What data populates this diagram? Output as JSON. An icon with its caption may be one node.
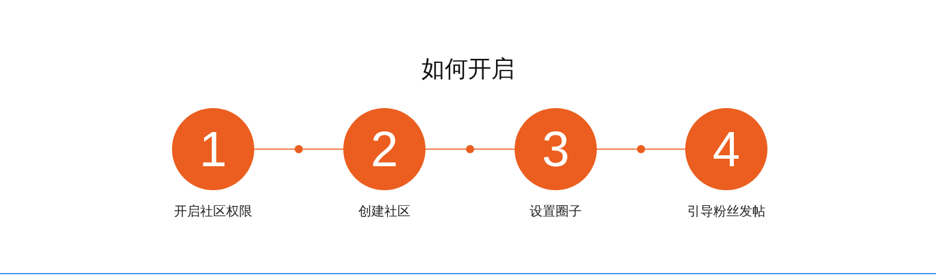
{
  "diagram": {
    "title": "如何开启",
    "nodes": [
      {
        "text": [
          "1"
        ],
        "beside": [
          "开启社区权限"
        ]
      },
      {
        "text": [
          "2"
        ],
        "beside": [
          "创建社区"
        ]
      },
      {
        "text": [
          "3"
        ],
        "beside": [
          "设置圈子"
        ]
      },
      {
        "text": [
          "4"
        ],
        "beside": [
          "引导粉丝发帖"
        ]
      }
    ],
    "edges": [
      {
        "from": 0,
        "to": 1,
        "arrow": "none"
      },
      {
        "from": 1,
        "to": 2,
        "arrow": "none"
      },
      {
        "from": 2,
        "to": 3,
        "arrow": "none"
      }
    ]
  }
}
